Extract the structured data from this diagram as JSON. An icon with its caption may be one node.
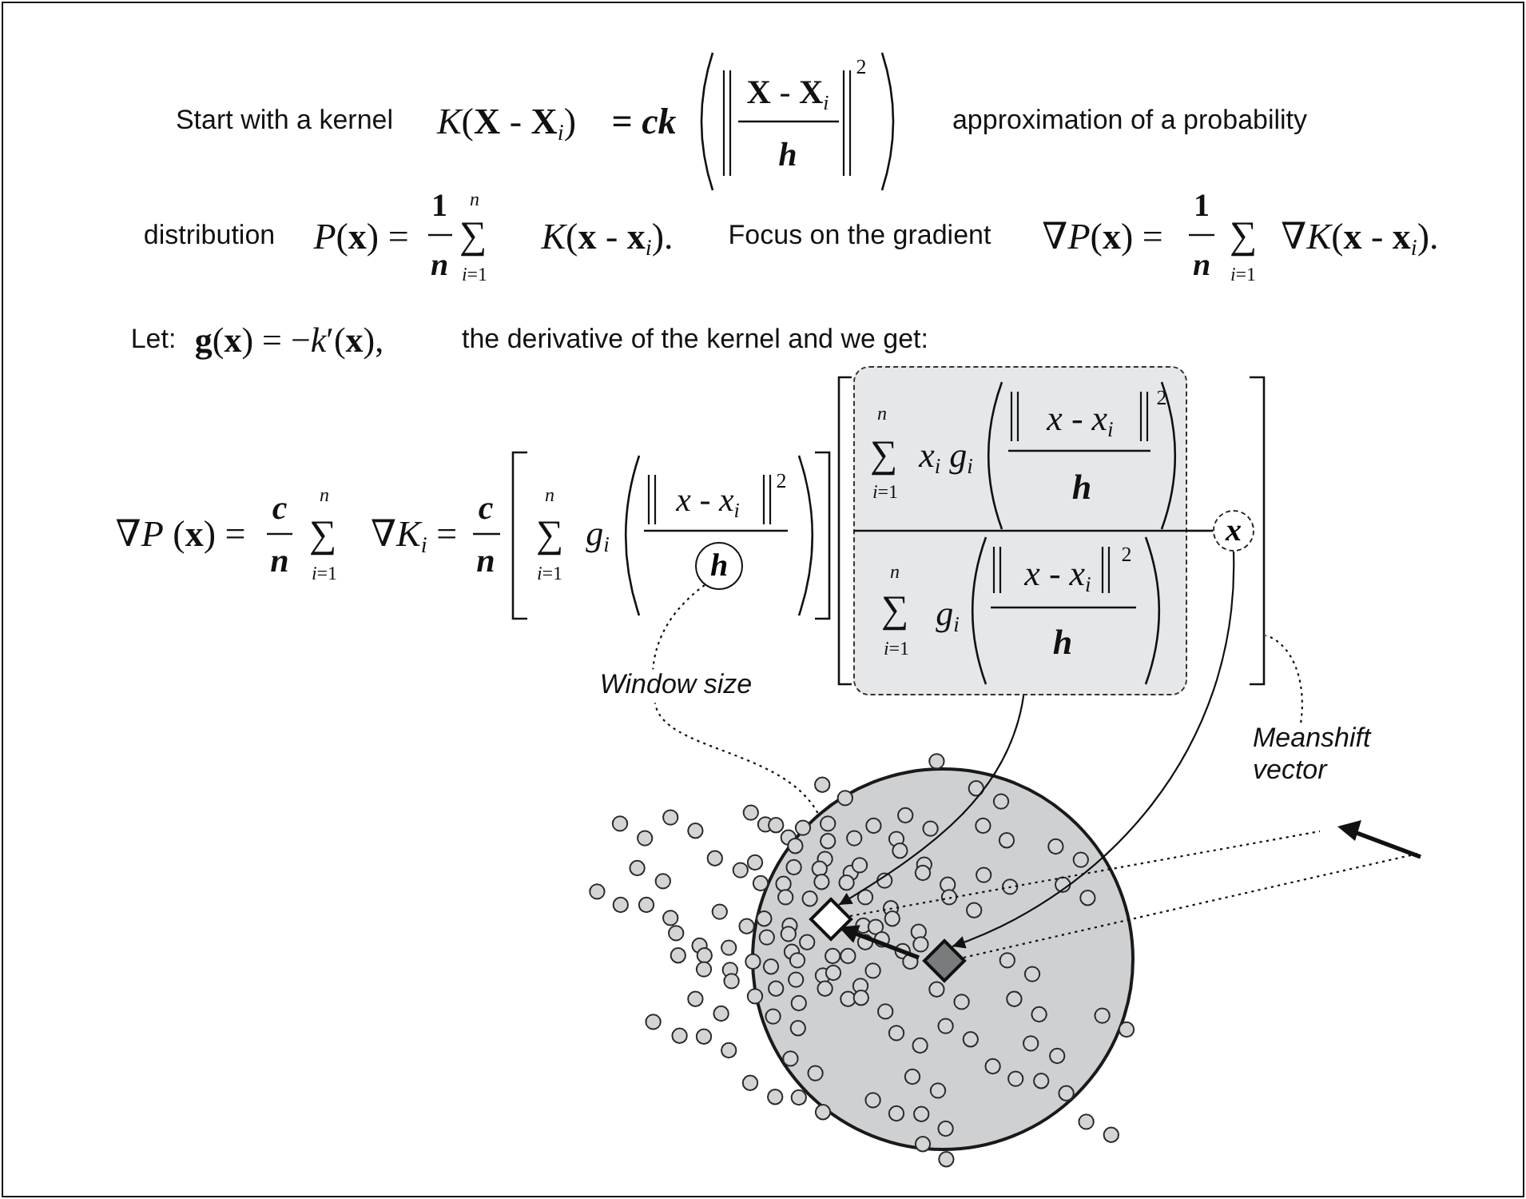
{
  "diagram": {
    "nodes": [
      {
        "text": [
          "h"
        ]
      },
      {
        "text": [],
        "shape": "bracket"
      },
      {
        "text": [
          "n",
          "∑",
          "*i*=1",
          "*x*$_{i}$ *g*$_{i}$",
          "*x* - *x*$_{i}$",
          "2",
          "h",
          "n",
          "∑",
          "*i*=1",
          "*g*$_{i}$",
          "*x* - *x*$_{i}$",
          "2",
          "h"
        ],
        "in": 1
      },
      {
        "text": [
          "x"
        ],
        "in": 1
      },
      {
        "text": [
          "Meanshift vector"
        ]
      },
      {
        "text": [],
        "shape": "circle"
      },
      {
        "text": [],
        "shape": "diamond",
        "in": 5
      },
      {
        "text": [],
        "shape": "diamond",
        "in": 5
      }
    ],
    "edges": [
      {
        "from": 0,
        "to": 5,
        "arrow": "none",
        "label": "Window size",
        "style": "dashed"
      },
      {
        "from": 4,
        "to": 1,
        "arrow": "none",
        "style": "dashed"
      },
      {
        "from": 2,
        "to": 6,
        "arrow": "to"
      },
      {
        "from": 3,
        "to": 7,
        "arrow": "to"
      },
      {
        "from": 7,
        "to": 6,
        "arrow": "to",
        "style": "thick"
      },
      {
        "from": 6,
        "to": null,
        "arrow": "none",
        "style": "dashed"
      },
      {
        "from": 7,
        "to": null,
        "arrow": "none",
        "style": "dashed"
      },
      {
        "from": 2,
        "to": 3,
        "arrow": "none"
      }
    ],
    "labels": [
      "Start with a kernel",
      "*K*(**X** - **X**$_{i}$)",
      "= *ck*",
      "**X** - **X**$_{i}$",
      "2",
      "h",
      "approximation of a probability",
      "distribution",
      "*P*(**x**) =",
      "1",
      "n",
      "∑",
      "n",
      "*i*=1",
      "*K*(**x** - **x**$_{i}$).",
      "Focus on the gradient",
      "∇*P*(**x**) =",
      "1",
      "n",
      "∑",
      "*i*=1",
      "∇*K*(**x** - **x**$_{i}$).",
      "Let:",
      "**g**(**x**) = −*k*′(**x**),",
      "the derivative of the kernel and we get:",
      "∇*P* (**x**) =",
      "c",
      "n",
      "∑",
      "n",
      "*i*=1",
      "∇*K*$_{i}$ =",
      "c",
      "n",
      "∑",
      "n",
      "*i*=1",
      "*g*$_{i}$",
      "*x* - *x*$_{i}$",
      "2"
    ]
  }
}
